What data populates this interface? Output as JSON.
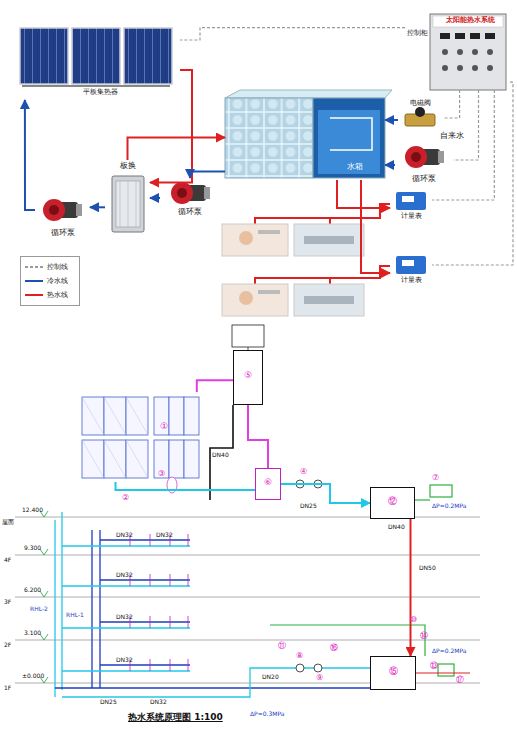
{
  "diagram": {
    "caption": "热水系统原理图 1:100",
    "nodes": [
      {
        "text": [
          "平板集热器"
        ]
      },
      {
        "text": [
          "板换"
        ]
      },
      {
        "text": [
          "循环泵"
        ]
      },
      {
        "text": [
          "循环泵"
        ]
      },
      {
        "text": [
          "水箱"
        ]
      },
      {
        "text": [
          "电磁阀"
        ]
      },
      {
        "text": [
          "循环泵"
        ]
      },
      {
        "text": [
          "控制柜",
          "太阳能热水系统"
        ]
      },
      {
        "text": [
          "计量表"
        ]
      },
      {
        "text": [
          "计量表"
        ]
      },
      {
        "text": [
          "①"
        ]
      },
      {
        "text": [
          "⑤"
        ]
      },
      {
        "text": [
          "⑥"
        ]
      },
      {
        "text": [
          "⑫"
        ]
      },
      {
        "text": [
          "⑮"
        ]
      }
    ],
    "edges": [
      {
        "from": 0,
        "to": 1,
        "arrow": "to"
      },
      {
        "from": 1,
        "to": 2,
        "arrow": "to"
      },
      {
        "from": 2,
        "to": 0,
        "arrow": "to"
      },
      {
        "from": 3,
        "to": 1,
        "arrow": "to"
      },
      {
        "from": 1,
        "to": 4,
        "arrow": "to"
      },
      {
        "from": 4,
        "to": 3,
        "arrow": "to"
      },
      {
        "from": 5,
        "to": 4,
        "arrow": "to"
      },
      {
        "from": 6,
        "to": 4,
        "arrow": "to"
      },
      {
        "from": 4,
        "to": 8,
        "arrow": "to"
      },
      {
        "from": 4,
        "to": 9,
        "arrow": "to"
      },
      {
        "from": 7,
        "to": 5,
        "arrow": "none"
      },
      {
        "from": 7,
        "to": 6,
        "arrow": "none"
      },
      {
        "from": 7,
        "to": 0,
        "arrow": "none"
      },
      {
        "from": 7,
        "to": 8,
        "arrow": "none"
      },
      {
        "from": 7,
        "to": 9,
        "arrow": "none"
      },
      {
        "from": 10,
        "to": 11,
        "arrow": "none"
      },
      {
        "from": 11,
        "to": 12,
        "arrow": "none"
      },
      {
        "from": 10,
        "to": 12,
        "arrow": "none"
      },
      {
        "from": 12,
        "to": 13,
        "arrow": "to"
      },
      {
        "from": 13,
        "to": 14,
        "arrow": "to"
      }
    ],
    "labels": [
      "自来水",
      "12.400",
      "9.300",
      "6.200",
      "3.100",
      "±0.000",
      "屋面",
      "4F",
      "3F",
      "2F",
      "1F",
      "RHL-2",
      "RHL-1",
      "DN32",
      "DN32",
      "DN32",
      "DN32",
      "DN32",
      "DN25",
      "DN32",
      "DN20",
      "DN40",
      "DN50",
      "DN40",
      "DN25",
      "ΔP=0.2MPa",
      "ΔP=0.2MPa",
      "ΔP=0.3MPa",
      "②",
      "③",
      "④",
      "⑦",
      "⑧",
      "⑨",
      "⑩",
      "⑪",
      "⑬",
      "⑭",
      "⑯",
      "⑰"
    ],
    "legend": [
      {
        "text": "控制线"
      },
      {
        "text": "冷水线"
      },
      {
        "text": "热水线"
      }
    ]
  }
}
